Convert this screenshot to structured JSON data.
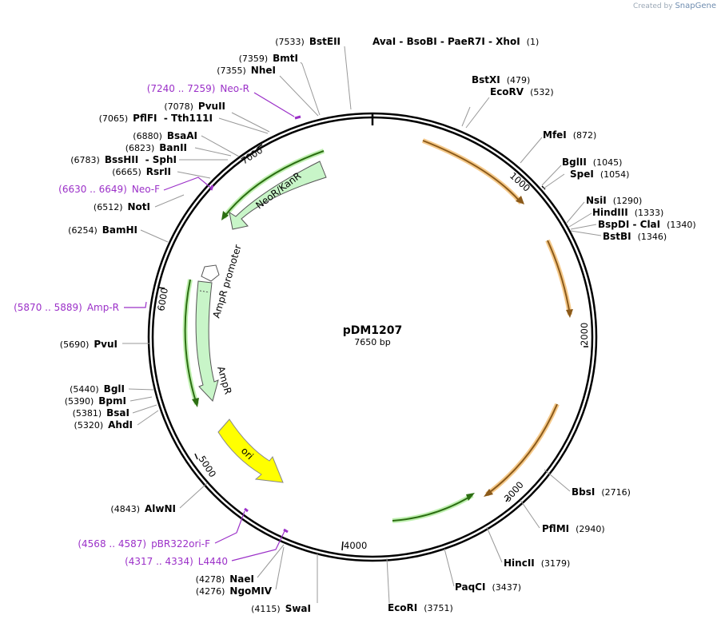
{
  "watermark": {
    "created_by": "Created by",
    "brand": "SnapGene"
  },
  "plasmid": {
    "name": "pDM1207",
    "length_label": "7650 bp",
    "length": 7650
  },
  "ticks": [
    "1000",
    "2000",
    "3000",
    "4000",
    "5000",
    "6000",
    "7000"
  ],
  "sites": [
    {
      "name": "BstEII",
      "pos": "(7533)"
    },
    {
      "name": "BmtI",
      "pos": "(7359)"
    },
    {
      "name": "NheI",
      "pos": "(7355)"
    },
    {
      "name": "PvuII",
      "pos": "(7078)"
    },
    {
      "name": "PflFI  - Tth111I",
      "pos": "(7065)"
    },
    {
      "name": "BsaAI",
      "pos": "(6880)"
    },
    {
      "name": "BanII",
      "pos": "(6823)"
    },
    {
      "name": "BssHII  - SphI",
      "pos": "(6783)"
    },
    {
      "name": "RsrII",
      "pos": "(6665)"
    },
    {
      "name": "NotI",
      "pos": "(6512)"
    },
    {
      "name": "BamHI",
      "pos": "(6254)"
    },
    {
      "name": "PvuI",
      "pos": "(5690)"
    },
    {
      "name": "BglI",
      "pos": "(5440)"
    },
    {
      "name": "BpmI",
      "pos": "(5390)"
    },
    {
      "name": "BsaI",
      "pos": "(5381)"
    },
    {
      "name": "AhdI",
      "pos": "(5320)"
    },
    {
      "name": "AlwNI",
      "pos": "(4843)"
    },
    {
      "name": "NaeI",
      "pos": "(4278)"
    },
    {
      "name": "NgoMIV",
      "pos": "(4276)"
    },
    {
      "name": "SwaI",
      "pos": "(4115)"
    },
    {
      "name": "AvaI  - BsoBI  - PaeR7I  - XhoI",
      "pos": "(1)"
    },
    {
      "name": "BstXI",
      "pos": "(479)"
    },
    {
      "name": "EcoRV",
      "pos": "(532)"
    },
    {
      "name": "MfeI",
      "pos": "(872)"
    },
    {
      "name": "BglII",
      "pos": "(1045)"
    },
    {
      "name": "SpeI",
      "pos": "(1054)"
    },
    {
      "name": "NsiI",
      "pos": "(1290)"
    },
    {
      "name": "HindIII",
      "pos": "(1333)"
    },
    {
      "name": "BspDI  - ClaI",
      "pos": "(1340)"
    },
    {
      "name": "BstBI",
      "pos": "(1346)"
    },
    {
      "name": "BbsI",
      "pos": "(2716)"
    },
    {
      "name": "PflMI",
      "pos": "(2940)"
    },
    {
      "name": "HincII",
      "pos": "(3179)"
    },
    {
      "name": "PaqCI",
      "pos": "(3437)"
    },
    {
      "name": "EcoRI",
      "pos": "(3751)"
    }
  ],
  "primers": [
    {
      "range": "(7240 .. 7259)",
      "name": "Neo-R"
    },
    {
      "range": "(6630 .. 6649)",
      "name": "Neo-F"
    },
    {
      "range": "(5870 .. 5889)",
      "name": "Amp-R"
    },
    {
      "range": "(4568 .. 4587)",
      "name": "pBR322ori-F"
    },
    {
      "range": "(4317 .. 4334)",
      "name": "L4440"
    }
  ],
  "features": [
    {
      "name": "NeoR/KanR",
      "color": "#c8f5c8"
    },
    {
      "name": "AmpR promoter",
      "color": "#ffffff"
    },
    {
      "name": "AmpR",
      "color": "#c8f5c8"
    },
    {
      "name": "ori",
      "color": "#ffff00"
    }
  ],
  "colors": {
    "primer": "#9b30c8",
    "orf_orange": "#f5a623",
    "orf_green": "#8fd86f",
    "backbone": "#000000"
  }
}
